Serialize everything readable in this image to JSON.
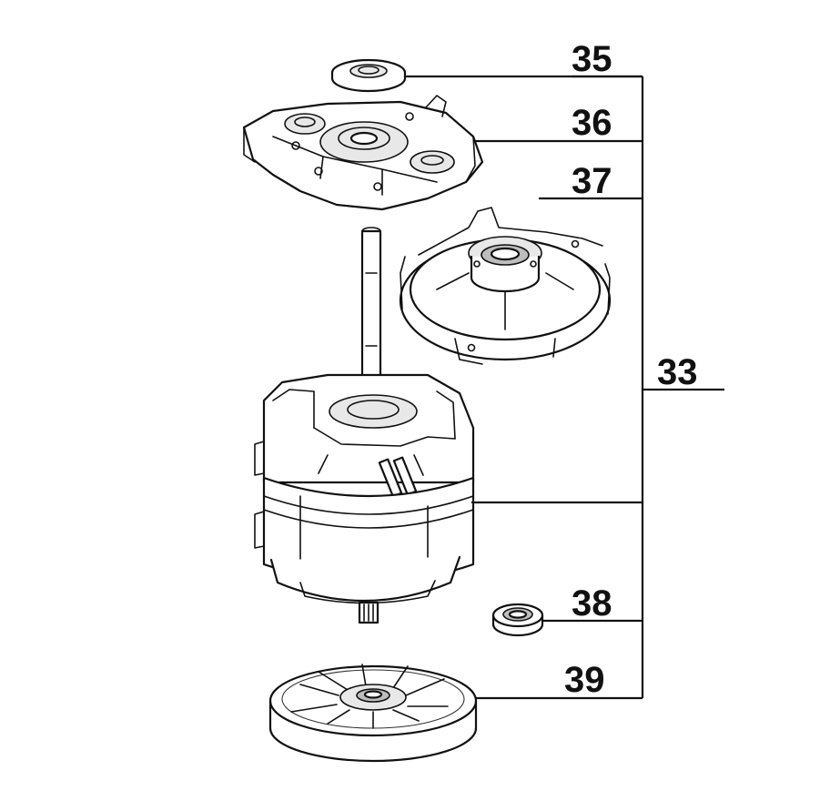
{
  "callouts": [
    {
      "key": "c35",
      "label": "35"
    },
    {
      "key": "c36",
      "label": "36"
    },
    {
      "key": "c37",
      "label": "37"
    },
    {
      "key": "c33",
      "label": "33"
    },
    {
      "key": "c38",
      "label": "38"
    },
    {
      "key": "c39",
      "label": "39"
    }
  ]
}
